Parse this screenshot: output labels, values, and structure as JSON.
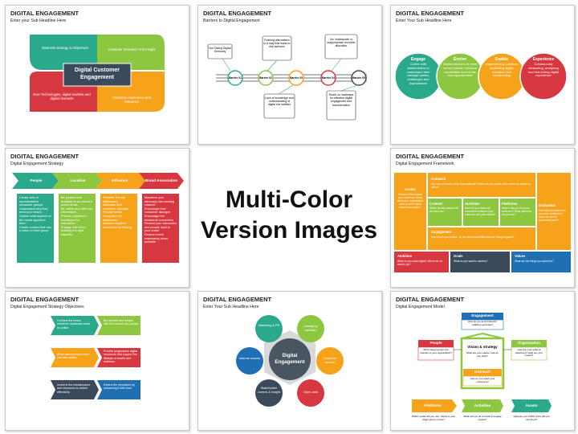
{
  "center": {
    "line1": "Multi-Color",
    "line2": "Version Images"
  },
  "slides": [
    {
      "title": "DIGITAL ENGAGEMENT",
      "subtitle": "Enter your Sub Headline Here",
      "center": "Digital Customer Engagement",
      "petals": [
        "Business strategy & Objectives",
        "Customer Research And Insight",
        "New Technologies, digital markets and digital channels",
        "Customer experience and relevancy"
      ]
    },
    {
      "title": "DIGITAL ENGAGEMENT",
      "subtitle": "Barriers to Digital Engagement",
      "barriers": [
        "Barrier 01",
        "Barrier 02",
        "Barrier 03",
        "Barrier 04",
        "Barrier 05"
      ],
      "notes_top": [
        "Not Taking Digital Seriously",
        "Framing alternatives in a way that leads to risk aversion",
        "No, inadequate or inappropriate resource allocation"
      ],
      "notes_bottom": [
        "Lack of knowledge and understanding of digital era realities",
        "Road/ no roadmaps for effective digital engagement and transformation"
      ]
    },
    {
      "title": "DIGITAL ENGAGEMENT",
      "subtitle": "Enter Your Sub Headline Here",
      "circles": [
        {
          "head": "Engage",
          "body": "Confer with stakeholders to understand their vantage points, challenges and expectations"
        },
        {
          "head": "Evolve",
          "body": "Digital solutions to meet current needs, enhance capabilities and create new opportunities"
        },
        {
          "head": "Enable",
          "body": "Implementing solutions facilitating digital transition and handholding"
        },
        {
          "head": "Experience",
          "body": "Continuously measuring, analyzing and fine-tuning digital experience"
        }
      ]
    },
    {
      "title": "DIGITAL ENGAGEMENT",
      "subtitle": "Digital Engagement Strategy",
      "columns": [
        {
          "head": "People",
          "items": [
            "Create sets of representative consumer groups",
            "Understand why they need your brand",
            "Outline what aspects of the brand appeal to them",
            "Create content that has a value to each group"
          ]
        },
        {
          "head": "Location",
          "items": [
            "Be present and available in as relevant online areas",
            "Be visible and offer two information",
            "Provide a platform / touchpoint for interaction",
            "Engage with them drawing the right etiquette"
          ]
        },
        {
          "head": "Influence",
          "items": [
            "Prioritize the key influencers",
            "Stimulate their consumer dialogue",
            "Provide media recognition for influencers",
            "Address negative comments by helping"
          ]
        },
        {
          "head": "Brand Association",
          "items": [
            "Maximize your advocacy into existing channel",
            "Encourage their consumer dialogue",
            "Encourage the emotional connection",
            "Reward your advocates and people loyal to your brand",
            "Reduce brand expectancy when possible"
          ]
        }
      ]
    },
    {
      "title": "DIGITAL ENGAGEMENT",
      "subtitle": "Digital Engagement Framework",
      "cells": {
        "assets": "Assets",
        "outreach": "Outreach",
        "content": "Content",
        "activities": "Activities",
        "platforms": "Platforms",
        "evaluation": "Evaluation",
        "engagement": "Engagement",
        "ambition": "Ambition",
        "goals": "Goals",
        "values": "Values"
      },
      "cell_text": {
        "assets": "What is it that makes your audience? What other your organization have to offer? What makes you unique?",
        "outreach": "How can we reach out to that audience? Where do our brands fail to meet our audience online?",
        "content": "Which specific assets will we focus on?",
        "activities": "How will you make the connection between your audience and your assets?",
        "platforms": "Where can you find your audience? What platforms do you use?",
        "evaluation": "How will you make sure our work is effective? Have we set the successful point?",
        "engagement": "How would you expect - by the several activities that are highly engaged?",
        "ambition": "What do you want digital? Where do we want to go?",
        "goals": "What do you want to achieve?",
        "values": "What are the things you stand for?"
      }
    },
    {
      "title": "DIGITAL ENGAGEMENT",
      "subtitle": "Digital Engagement Strategy Objectives",
      "objectives": [
        "Connect the brand wherever audiences seed us online",
        "Be relevant and helpful with the content we provide",
        "Allow users to have more and take action",
        "Provide progressive digital resources that support the lifestyle of health and wellness",
        "Invest in the infrastructure and resources to deliver effectively",
        "Extend the reputation by enhancing it with trust"
      ]
    },
    {
      "title": "DIGITAL ENGAGEMENT",
      "subtitle": "Enter Your Sub Headline Here",
      "hub": "Digital Engagement",
      "nodes": [
        "Marketing & PR",
        "Managing websites",
        "Customer service",
        "Open data",
        "Stakeholder comms & insight",
        "Internal comms"
      ]
    },
    {
      "title": "DIGITAL ENGAGEMENT",
      "subtitle": "Digital Engagement Model",
      "model": {
        "engagement": "Engagement",
        "engagement_q": "How do you and prospects' relations generate?",
        "people": "People",
        "people_q": "Who? target groups are relevant to your organization?",
        "vision": "Vision & strategy",
        "vision_q": "What are your values, how do you work?",
        "organization": "Organization",
        "organization_q": "How are your goals & objectives? what are your means?",
        "outreach": "Outreach",
        "outreach_q": "How do you reach your customers?",
        "platforms": "Platforms",
        "platforms_q": "Which media will you use / where is your target group on line?",
        "activities": "Activities",
        "activities_q": "What will you do to reach & engage people?",
        "assets": "Assets",
        "assets_q": "what are you USPs? How will you use them?"
      }
    }
  ]
}
